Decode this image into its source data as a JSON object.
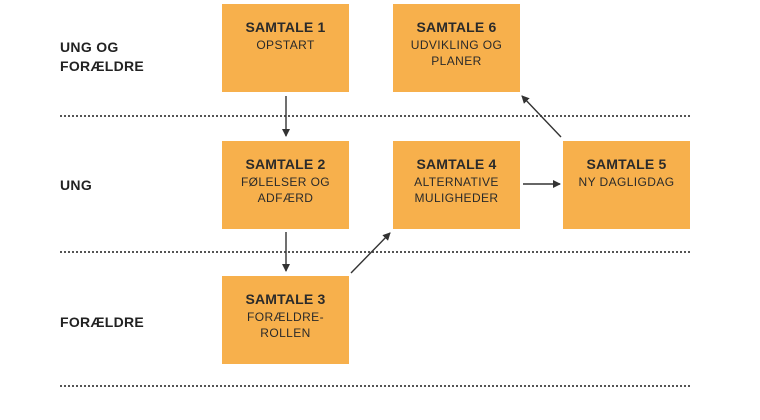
{
  "rows": {
    "top": "UNG OG\nFORÆLDRE",
    "middle": "UNG",
    "bottom": "FORÆLDRE"
  },
  "boxes": {
    "s1": {
      "title": "SAMTALE 1",
      "subtitle": "OPSTART"
    },
    "s2": {
      "title": "SAMTALE 2",
      "subtitle": "FØLELSER OG\nADFÆRD"
    },
    "s3": {
      "title": "SAMTALE 3",
      "subtitle": "FORÆLDRE-\nROLLEN"
    },
    "s4": {
      "title": "SAMTALE 4",
      "subtitle": "ALTERNATIVE\nMULIGHEDER"
    },
    "s5": {
      "title": "SAMTALE 5",
      "subtitle": "NY DAGLIGDAG"
    },
    "s6": {
      "title": "SAMTALE 6",
      "subtitle": "UDVIKLING OG\nPLANER"
    }
  },
  "colors": {
    "box": "#f7b04c",
    "arrow": "#333333",
    "text": "#222222"
  }
}
